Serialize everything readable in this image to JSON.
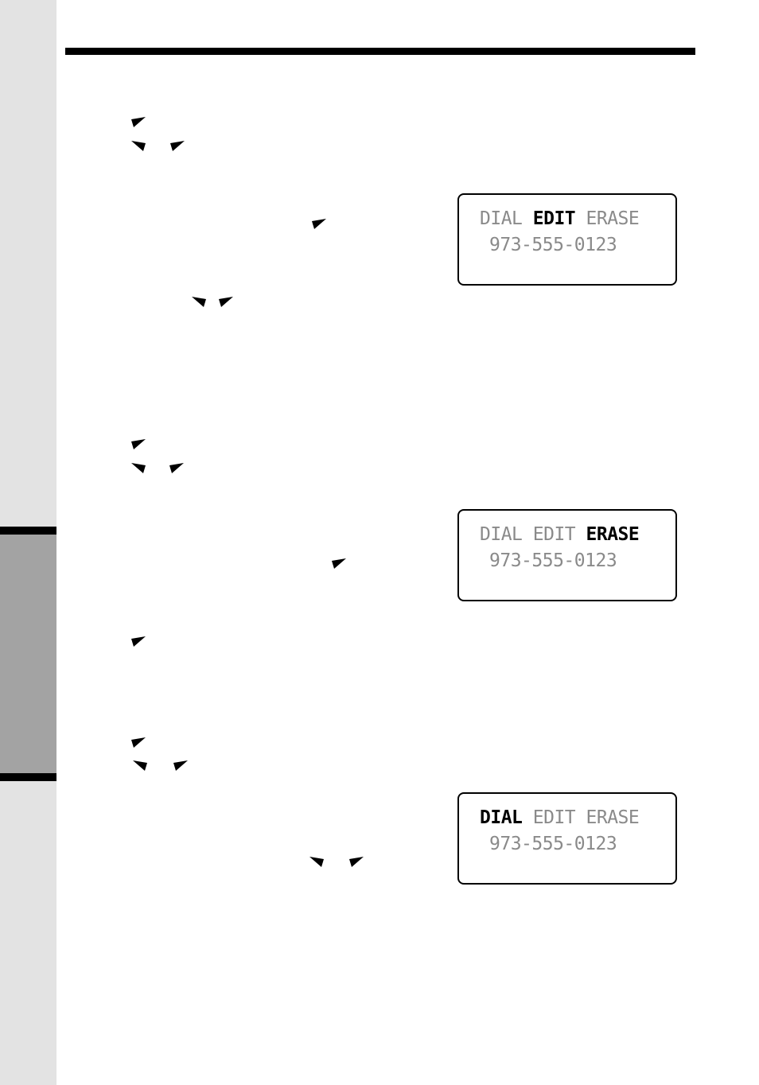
{
  "displays": [
    {
      "menu": [
        "DIAL",
        "EDIT",
        "ERASE"
      ],
      "selected_index": 1,
      "number": "973-555-0123"
    },
    {
      "menu": [
        "DIAL",
        "EDIT",
        "ERASE"
      ],
      "selected_index": 2,
      "number": "973-555-0123"
    },
    {
      "menu": [
        "DIAL",
        "EDIT",
        "ERASE"
      ],
      "selected_index": 0,
      "number": "973-555-0123"
    }
  ],
  "soft_key_icons": [
    "right-soft-key-icon",
    "left-soft-key-icon"
  ],
  "colors": {
    "side_strip": "#e3e3e3",
    "side_tab": "#a3a3a3",
    "lcd_selected_text": "#000000",
    "lcd_dim_text": "#8a8a8a"
  }
}
